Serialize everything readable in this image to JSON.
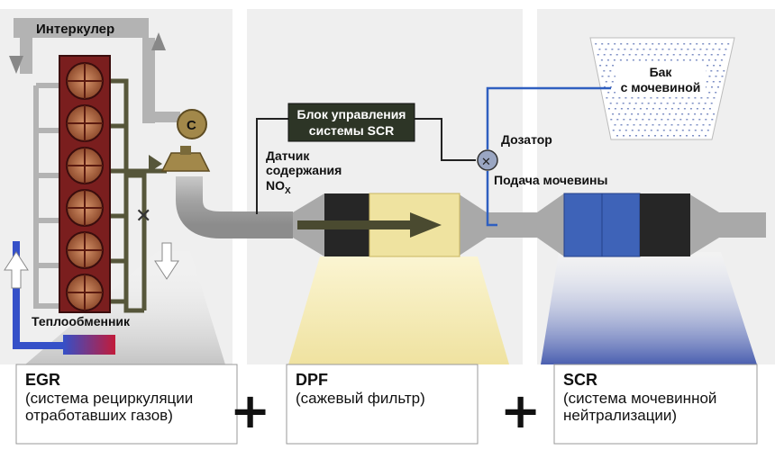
{
  "labels": {
    "intercooler": "Интеркулер",
    "heat_exchanger": "Теплообменник",
    "control_unit_line1": "Блок управления",
    "control_unit_line2": "системы SCR",
    "sensor_line1": "Датчик",
    "sensor_line2": "содержания",
    "sensor_line3": "NO",
    "sensor_sub": "X",
    "tank_line1": "Бак",
    "tank_line2": "с мочевиной",
    "doser": "Дозатор",
    "urea_feed": "Подача мочевины",
    "turbo_letter": "C"
  },
  "systems": [
    {
      "title": "EGR",
      "subtitle": "(система рециркуляции отработавших газов)"
    },
    {
      "title": "DPF",
      "subtitle": "(сажевый фильтр)"
    },
    {
      "title": "SCR",
      "subtitle": "(система мочевинной нейтрализации)"
    }
  ],
  "plus_sign": "+",
  "colors": {
    "pipe": "#a9a9a9",
    "dark": "#262626",
    "dpf_fill": "#efe3a0",
    "scr_blue": "#3e63b8",
    "engine_red": "#7a1e1e",
    "egr_pipe": "#56563a",
    "urea_line": "#2f5fc0",
    "cold_blue": "#3550c8",
    "hot_red": "#c21b3a"
  }
}
